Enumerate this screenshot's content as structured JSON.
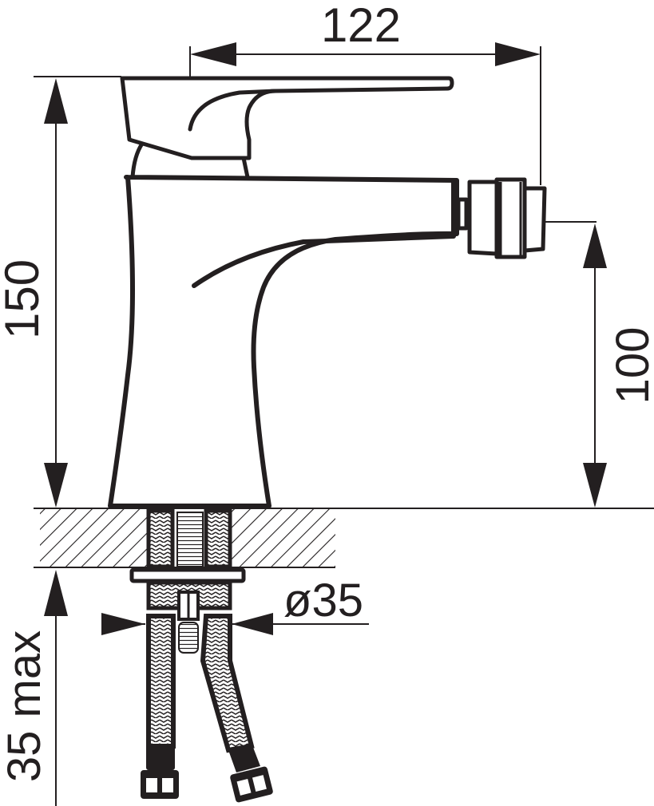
{
  "drawing": {
    "subject": "Bidet mixer faucet technical dimension drawing",
    "colors": {
      "line": "#231f20",
      "background": "#ffffff"
    }
  },
  "dimensions": {
    "width_top": "122",
    "total_height": "150",
    "spout_height": "100",
    "hole_diameter": "ø35",
    "max_counter_thickness": "35 max"
  }
}
